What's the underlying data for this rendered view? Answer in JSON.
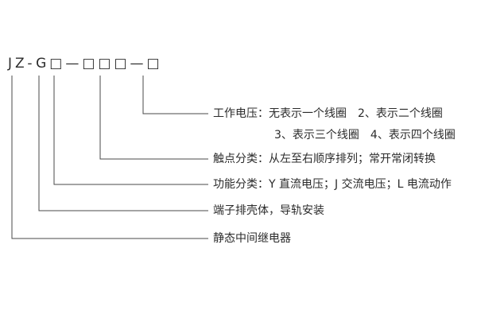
{
  "diagram": {
    "model_code": "JZ-G□—□□□—□",
    "annotations": [
      {
        "label": "工作电压：无表示一个线圈　2、表示二个线圈"
      },
      {
        "label": "3、表示三个线圈　4、表示四个线圈"
      },
      {
        "label": "触点分类：从左至右顺序排列；常开常闭转换"
      },
      {
        "label": "功能分类：Y 直流电压；J 交流电压；L 电流动作"
      },
      {
        "label": "端子排壳体，导轨安装"
      },
      {
        "label": "静态中间继电器"
      }
    ]
  }
}
